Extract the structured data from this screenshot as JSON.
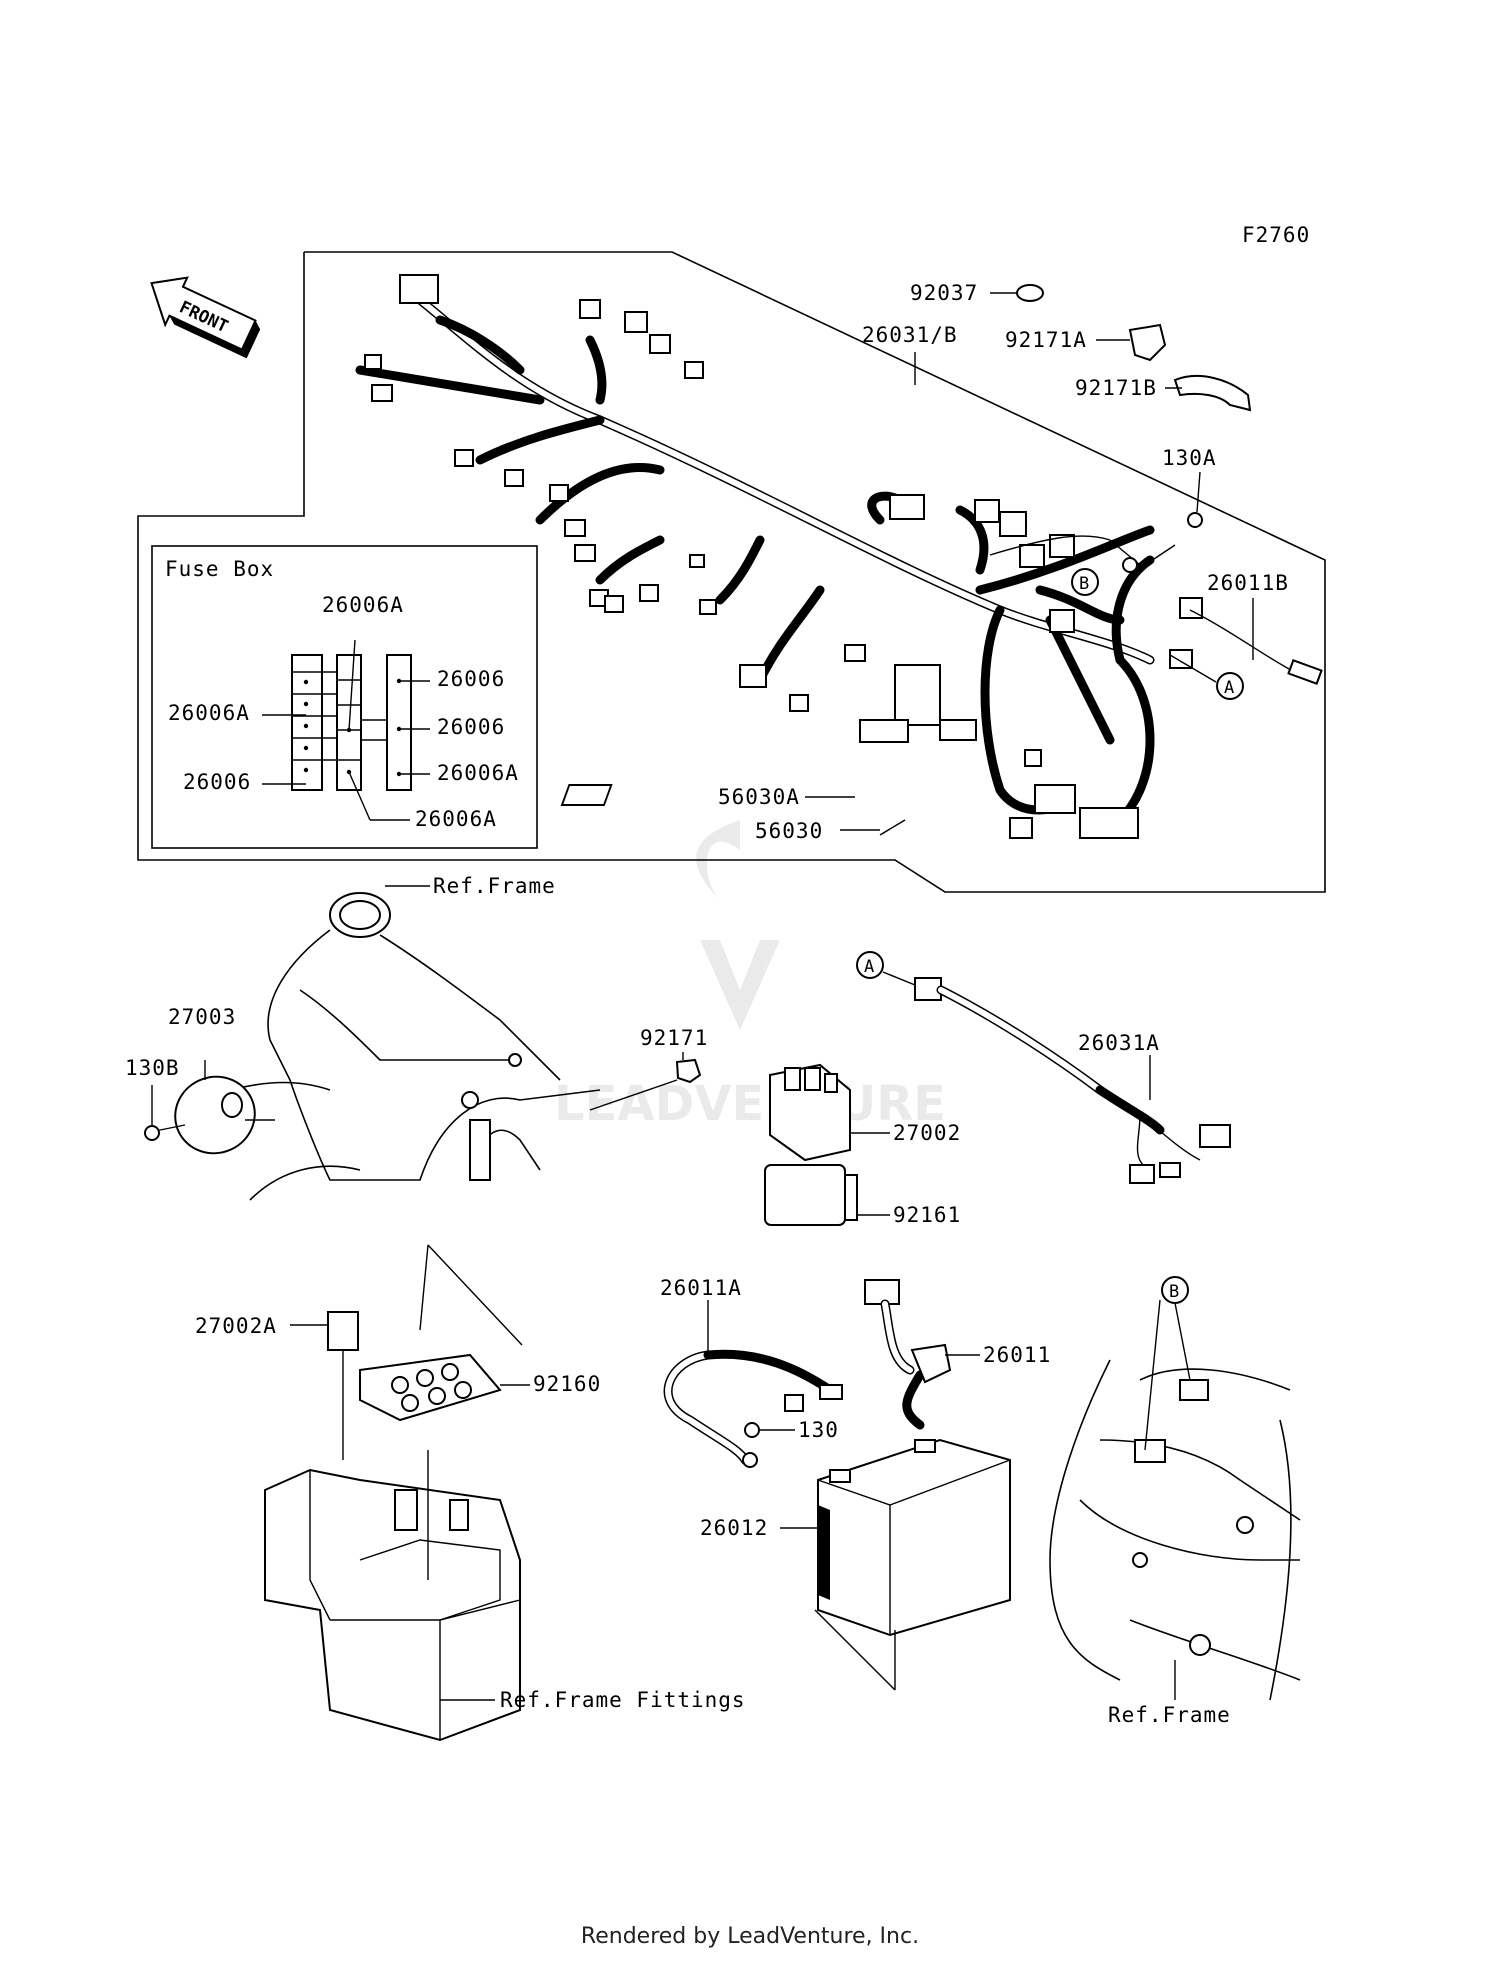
{
  "figure_code": "F2760",
  "front_marker": "FRONT",
  "fuse_box": {
    "title": "Fuse Box",
    "labels": [
      "26006A",
      "26006A",
      "26006",
      "26006",
      "26006",
      "26006A",
      "26006A"
    ]
  },
  "callouts": {
    "harness_main": "26031/B",
    "clamp_92037": "92037",
    "clamp_92171A": "92171A",
    "clamp_92171B": "92171B",
    "bolt_130A": "130A",
    "lead_26011B": "26011B",
    "label_56030A": "56030A",
    "label_56030": "56030",
    "ref_frame_top": "Ref.Frame",
    "horn_27003": "27003",
    "bolt_130B": "130B",
    "clamp_92171": "92171",
    "ecu_27002": "27002",
    "cover_92161": "92161",
    "harness_26031A": "26031A",
    "relay_27002A": "27002A",
    "damper_92160": "92160",
    "lead_26011A": "26011A",
    "bolt_130": "130",
    "lead_26011": "26011",
    "battery_26012": "26012",
    "ref_frame_fittings": "Ref.Frame Fittings",
    "ref_frame_bottom": "Ref.Frame"
  },
  "markers": {
    "a": "A",
    "b": "B"
  },
  "watermark": "LEADVENTURE",
  "footer": "Rendered by LeadVenture, Inc."
}
